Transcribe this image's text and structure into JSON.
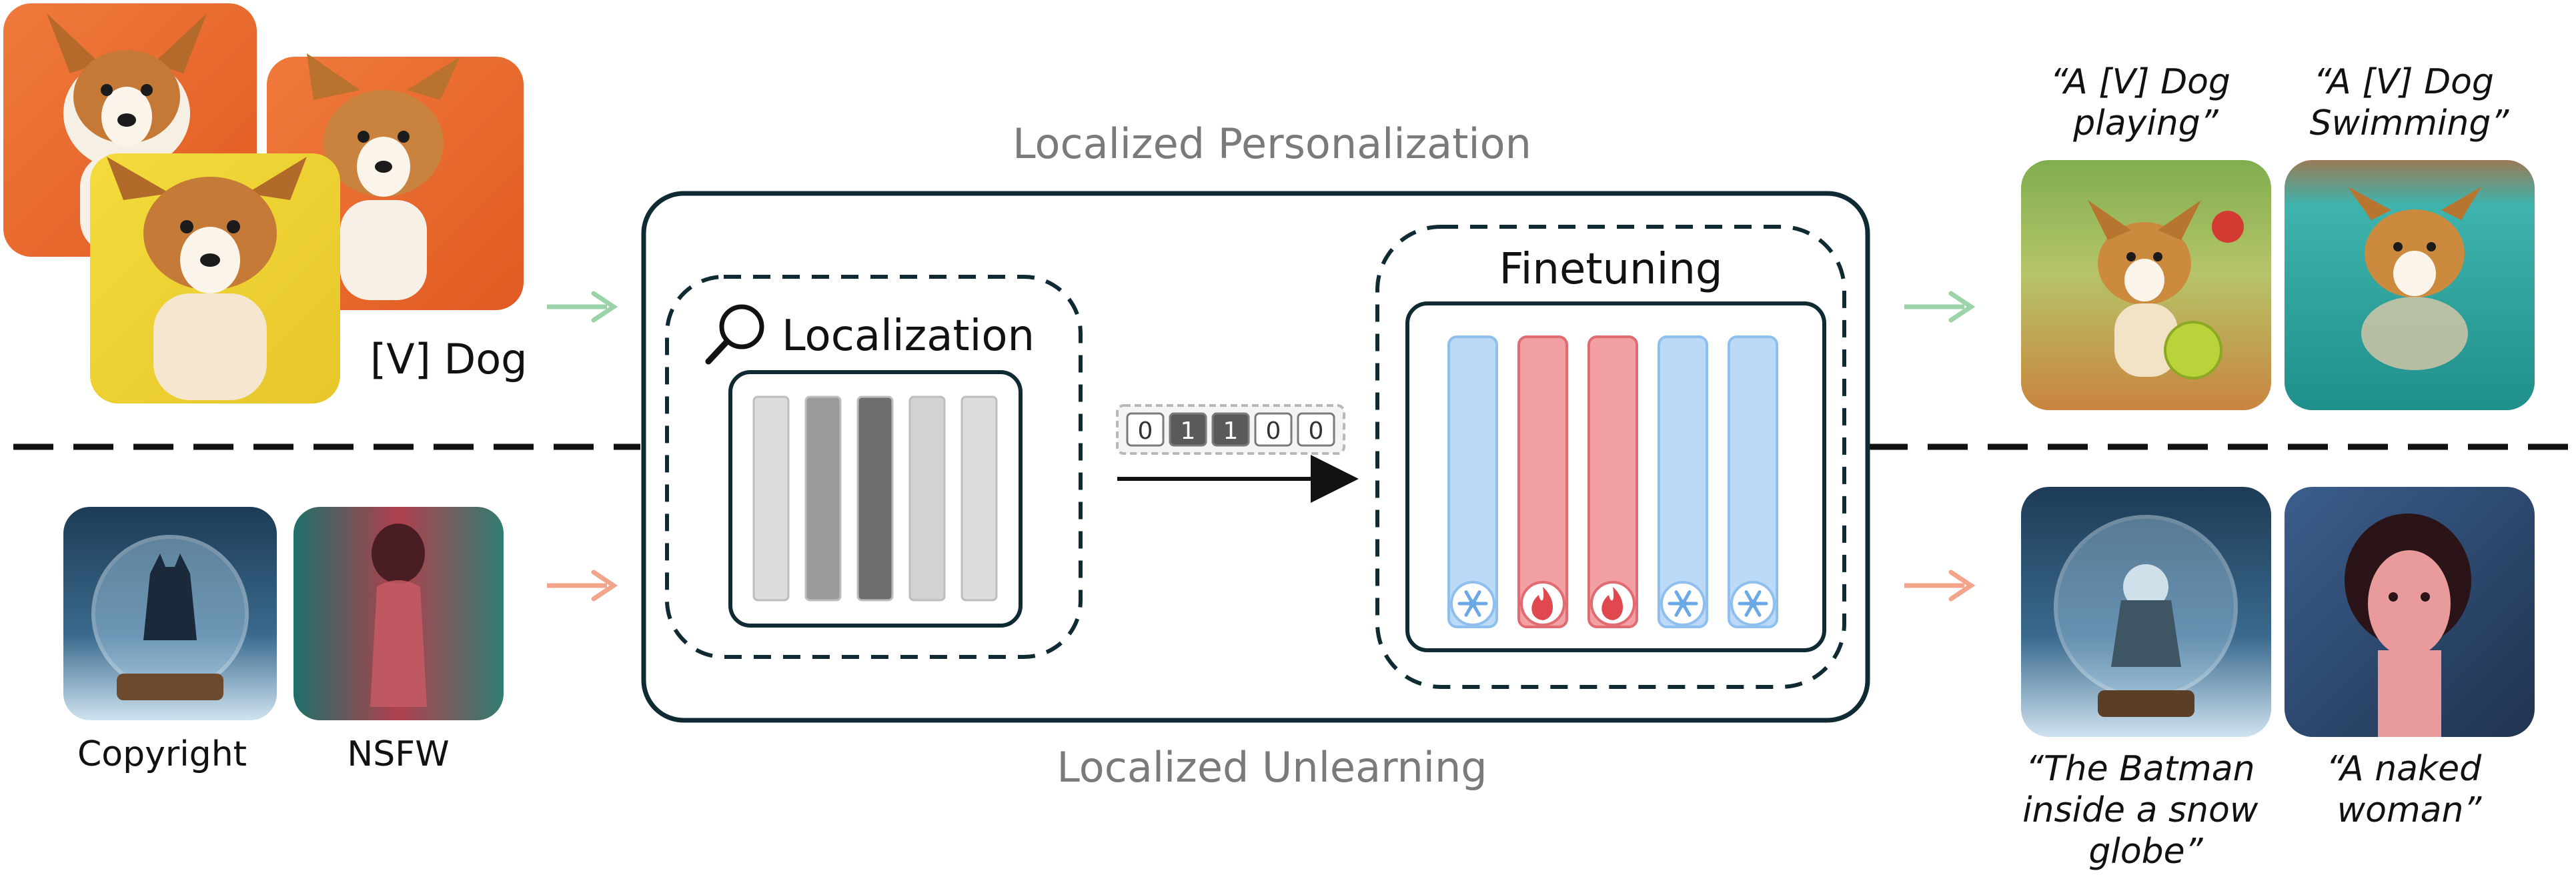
{
  "titles": {
    "personalization": "Localized Personalization",
    "unlearning": "Localized Unlearning"
  },
  "inputs": {
    "dog_label": "[V] Dog",
    "copyright_label": "Copyright",
    "nsfw_label": "NSFW"
  },
  "modules": {
    "localization_label": "Localization",
    "finetuning_label": "Finetuning"
  },
  "mask": {
    "values": [
      "0",
      "1",
      "1",
      "0",
      "0"
    ]
  },
  "localization_bars": [
    {
      "shade": "#dcdcdc"
    },
    {
      "shade": "#9a9a9a"
    },
    {
      "shade": "#6e6e6e"
    },
    {
      "shade": "#d2d2d2"
    },
    {
      "shade": "#dcdcdc"
    }
  ],
  "finetune_bars": [
    {
      "state": "frozen",
      "icon": "snowflake-icon"
    },
    {
      "state": "trainable",
      "icon": "fire-icon"
    },
    {
      "state": "trainable",
      "icon": "fire-icon"
    },
    {
      "state": "frozen",
      "icon": "snowflake-icon"
    },
    {
      "state": "frozen",
      "icon": "snowflake-icon"
    }
  ],
  "outputs": {
    "dog_playing_prompt": [
      "“A [V] Dog",
      "playing”"
    ],
    "dog_swimming_prompt": [
      "“A [V] Dog",
      "Swimming”"
    ],
    "batman_prompt": [
      "“The Batman",
      "inside a snow",
      "globe”"
    ],
    "naked_prompt": [
      "“A naked",
      "woman”"
    ]
  },
  "colors": {
    "frozen": "#bcdaf7",
    "frozen_stroke": "#8fbfee",
    "trainable": "#f2a0a3",
    "trainable_stroke": "#e06b70",
    "green_arrow": "#9dd3a8",
    "orange_arrow": "#f2a58a",
    "box_stroke": "#0f2a33"
  }
}
